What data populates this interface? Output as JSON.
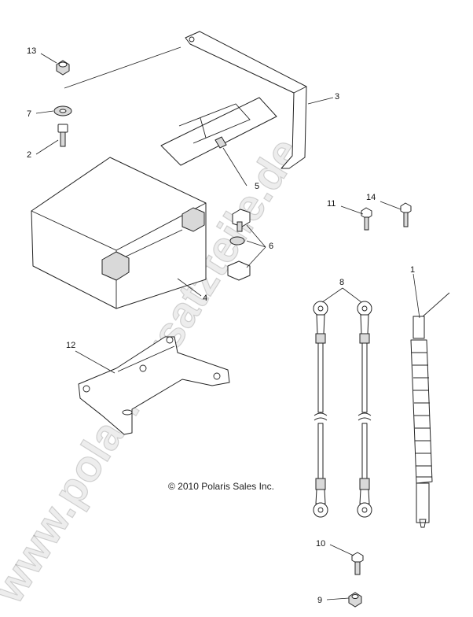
{
  "watermark": "www.polarisersatzteile.de",
  "copyright": "© 2010 Polaris Sales Inc.",
  "callouts": {
    "c1": "1",
    "c2": "2",
    "c3": "3",
    "c4": "4",
    "c5": "5",
    "c6": "6",
    "c7": "7",
    "c8": "8",
    "c9": "9",
    "c10": "10",
    "c11": "11",
    "c12": "12",
    "c13": "13",
    "c14": "14"
  }
}
